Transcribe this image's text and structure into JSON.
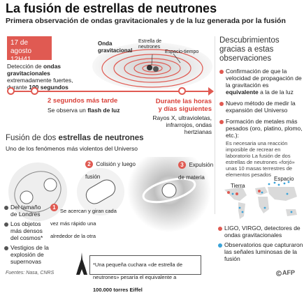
{
  "header": {
    "title": "La fusión de estrellas de neutrones",
    "subtitle": "Primera observación de ondas gravitacionales y de la luz generada por la fusión"
  },
  "event": {
    "date": "17 de agosto",
    "time": "12H41 GMT",
    "detection_prefix": "Detección de",
    "detection_bold": "ondas gravitacionales",
    "detection_mid": "extremadamente fuertes, durante",
    "detection_duration": "100 segundos"
  },
  "wave_diagram": {
    "wave_label": "Onda gravitacional",
    "star_label": "Estrella de neutrones",
    "spacetime_label": "Espacio-tiempo"
  },
  "timeline": {
    "flash_time": "2 segundos más tarde",
    "flash_prefix": "Se observa un",
    "flash_bold": "flash de luz",
    "later_time": "Durante las horas y días siguientes",
    "later_text": "Rayos X, ultravioletas, infrarrojos, ondas hertzianas"
  },
  "discoveries": {
    "title": "Descubrimientos gracias a estas observaciones",
    "items": [
      {
        "text_prefix": "Confirmación de que la velocidad de propagación de la gravitación es",
        "text_bold": "equivalente",
        "text_suffix": "a la de la luz"
      },
      {
        "text_prefix": "Nuevo método de medir la expansión del Universo",
        "text_bold": "",
        "text_suffix": ""
      },
      {
        "text_prefix": "Formación de metales más pesados (oro, platino, plomo, etc.):",
        "text_bold": "",
        "text_suffix": ""
      }
    ],
    "detail": "Es necesaria una reacción imposible de recrear en laboratorio La fusión de dos estrellas de neutrones «forjó» unas 10 masas terrestres de elementos pesados"
  },
  "fusion": {
    "title_prefix": "Fusión de dos",
    "title_bold": "estrellas de neutrones",
    "subtitle": "Uno de los fenómenos más violentos del Universo",
    "step1_num": "1",
    "step1_text": "Se acercan y giran cada vez más rápido una alrededor de la otra",
    "step2_num": "2",
    "step2_text": "Colisión y luego fusión",
    "step3_num": "3",
    "step3_text": "Expulsión de materia"
  },
  "facts": [
    "Del tamaño de Londres",
    "Los objetos más densos del cosmos*",
    "Vestigios de la explosión de supernovas"
  ],
  "quote": {
    "text": "*Una pequeña cuchara «de estrella de neutrones» pesaría el equivalente a",
    "bold": "100.000 torres Eiffel"
  },
  "map": {
    "earth_label": "Tierra",
    "space_label": "Espacio",
    "legend": [
      {
        "text": "LIGO, VIRGO, detectores de ondas gravitacionales",
        "color": "#e05a52"
      },
      {
        "text": "Observatorios que capturaron las señales luminosas de la fusión",
        "color": "#3aa3d9"
      }
    ]
  },
  "footer": {
    "sources": "Fuentes: Nasa, CNRS",
    "credit": "AFP"
  },
  "colors": {
    "accent": "#e05a52",
    "blue": "#3aa3d9"
  }
}
